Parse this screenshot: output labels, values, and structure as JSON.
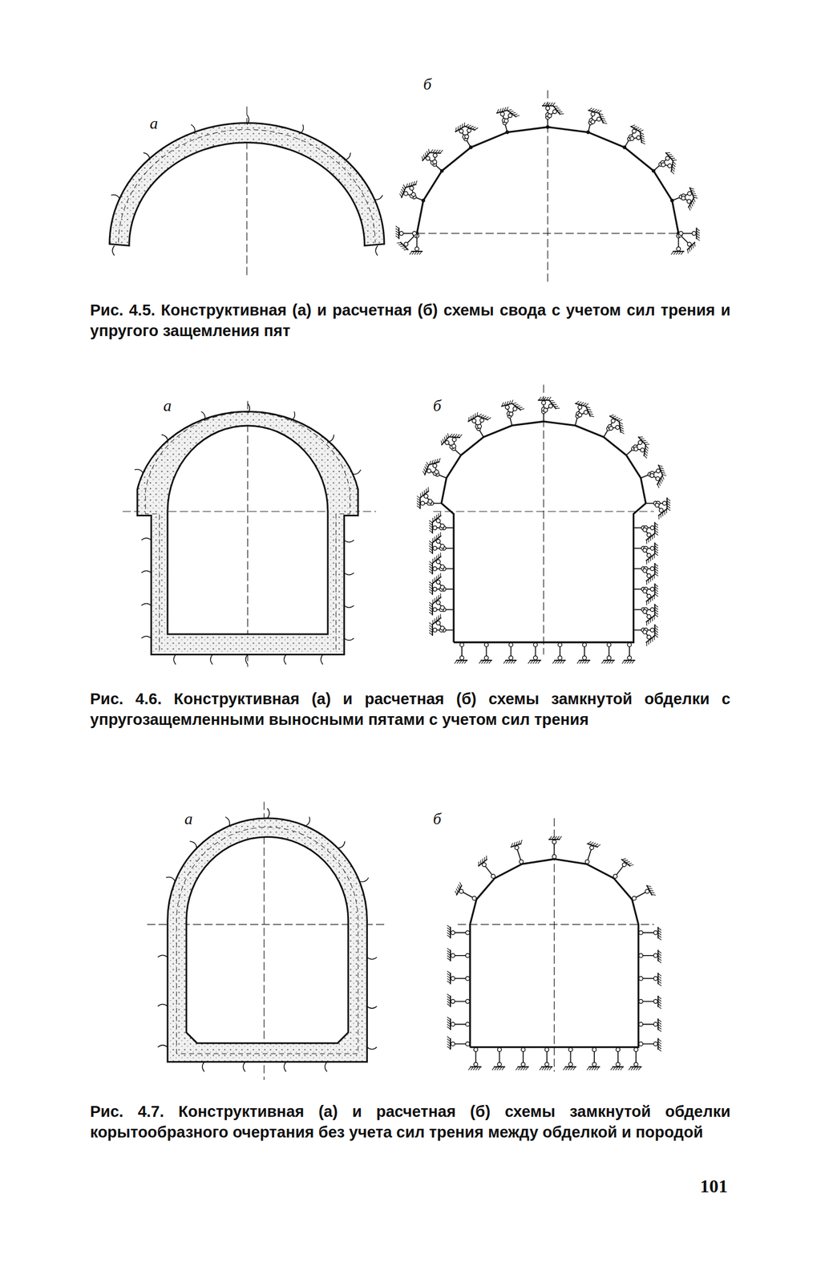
{
  "diagram": {
    "labels": [
      "а",
      "б",
      "Рис. 4.5. Конструктивная (а) и расчетная (б) схемы свода с учетом сил трения и упругого защемления пят",
      "а",
      "б",
      "Рис. 4.6. Конструктивная (а) и расчетная (б) схемы замкнутой обделки с упругозащемленными выносными пятами с учетом сил трения",
      "а",
      "б",
      "Рис. 4.7. Конструктивная (а) и расчетная (б) схемы замкнутой обделки корытообразного очертания без учета сил трения между обделкой и породой",
      "101"
    ]
  }
}
